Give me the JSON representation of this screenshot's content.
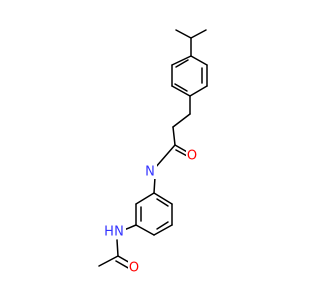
{
  "colors": {
    "background": "#ffffff",
    "bond": "#000000",
    "nitrogen": "#3333ff",
    "oxygen": "#ff0000"
  },
  "atoms": {
    "amide_n": {
      "label": "N",
      "element": "N"
    },
    "amide_o": {
      "label": "O",
      "element": "O"
    },
    "acetamide_nh": {
      "label": "N",
      "sub": "H",
      "element": "N"
    },
    "acetamide_o": {
      "label": "O",
      "element": "O"
    }
  }
}
